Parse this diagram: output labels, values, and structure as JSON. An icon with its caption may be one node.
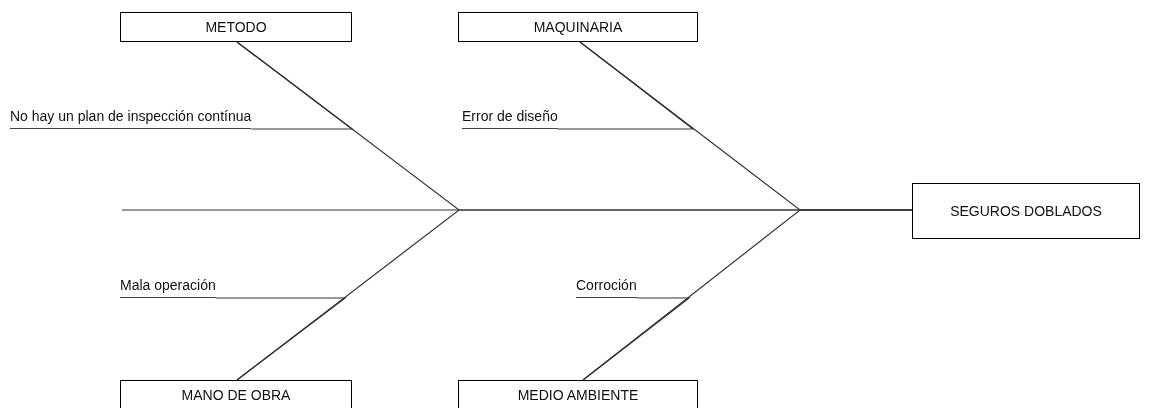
{
  "diagram": {
    "nodes": [
      {
        "text": [
          "METODO"
        ]
      },
      {
        "text": [
          "MAQUINARIA"
        ]
      },
      {
        "text": [
          "No hay un plan de inspección contínua"
        ]
      },
      {
        "text": [
          "Error de diseño"
        ]
      },
      {
        "text": [
          "SEGUROS DOBLADOS"
        ]
      },
      {
        "text": [
          "Mala operación"
        ]
      },
      {
        "text": [
          "Corroción"
        ]
      },
      {
        "text": [
          "MANO DE OBRA"
        ]
      },
      {
        "text": [
          "MEDIO AMBIENTE"
        ]
      }
    ],
    "edges": [
      {
        "from": 0,
        "to": 4,
        "arrow": "none"
      },
      {
        "from": 1,
        "to": 4,
        "arrow": "none"
      },
      {
        "from": 7,
        "to": 4,
        "arrow": "none"
      },
      {
        "from": 8,
        "to": 4,
        "arrow": "none"
      },
      {
        "from": 2,
        "to": 0,
        "arrow": "none"
      },
      {
        "from": 3,
        "to": 1,
        "arrow": "none"
      },
      {
        "from": 5,
        "to": 7,
        "arrow": "none"
      },
      {
        "from": 6,
        "to": 8,
        "arrow": "none"
      }
    ]
  }
}
